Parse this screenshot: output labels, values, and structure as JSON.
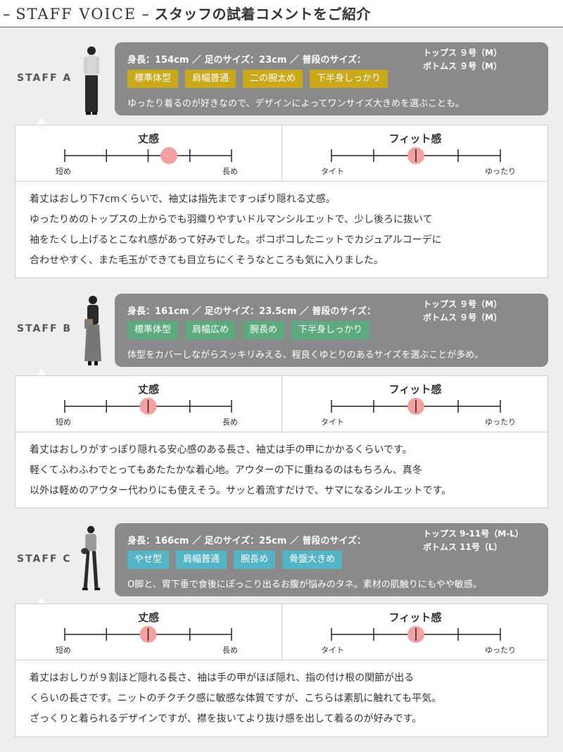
{
  "header": {
    "title_en": "STAFF VOICE",
    "dash": "–",
    "title_jp": "スタッフの試着コメントをご紹介"
  },
  "colors": {
    "tag_a": "#c9a81a",
    "tag_b": "#5caa7e",
    "tag_c": "#55b3c6",
    "marker": "#f4a0a0",
    "bubble": "#8a8a8a"
  },
  "staff": [
    {
      "label": "STAFF A",
      "measurements": "身長：154cm ／ 足のサイズ：23cm ／ 普段のサイズ：",
      "size_tops": "トップス ９号（M）",
      "size_bottoms": "ボトムス ９号（M）",
      "tags": [
        "標準体型",
        "肩幅普通",
        "二の腕太め",
        "下半身しっかり"
      ],
      "note": "ゆったり着るのが好きなので、デザインによってワンサイズ大きめを選ぶことも。",
      "length": {
        "title": "丈感",
        "min_label": "短め",
        "max_label": "長め",
        "steps": 5,
        "value": 3.5
      },
      "fit": {
        "title": "フィット感",
        "min_label": "タイト",
        "max_label": "ゆったり",
        "steps": 5,
        "value": 3
      },
      "comment": [
        "着丈はおしり下7cmくらいで、袖丈は指先まですっぽり隠れる丈感。",
        "ゆったりめのトップスの上からでも羽織りやすいドルマンシルエットで、少し後ろに抜いて",
        "袖をたくし上げるとこなれ感があって好みでした。ポコポコしたニットでカジュアルコーデに",
        "合わせやすく、また毛玉ができても目立ちにくそうなところも気に入りました。"
      ]
    },
    {
      "label": "STAFF B",
      "measurements": "身長：161cm ／ 足のサイズ：23.5cm ／ 普段のサイズ：",
      "size_tops": "トップス ９号（M）",
      "size_bottoms": "ボトムス ９号（M）",
      "tags": [
        "標準体型",
        "肩幅広め",
        "腕長め",
        "下半身しっかり"
      ],
      "note": "体型をカバーしながらスッキリみえる、程良くゆとりのあるサイズを選ぶことが多め。",
      "length": {
        "title": "丈感",
        "min_label": "短め",
        "max_label": "長め",
        "steps": 5,
        "value": 3
      },
      "fit": {
        "title": "フィット感",
        "min_label": "タイト",
        "max_label": "ゆったり",
        "steps": 5,
        "value": 3
      },
      "comment": [
        "着丈はおしりがすっぽり隠れる安心感のある長さ、袖丈は手の甲にかかるくらいです。",
        "軽くてふわふわでとってもあたたかな着心地。アウターの下に重ねるのはもちろん、真冬",
        "以外は軽めのアウター代わりにも使えそう。サッと着流すだけで、サマになるシルエットです。"
      ]
    },
    {
      "label": "STAFF C",
      "measurements": "身長：166cm ／ 足のサイズ：25cm ／ 普段のサイズ：",
      "size_tops": "トップス 9-11号（M-L）",
      "size_bottoms": "ボトムス 11号（L）",
      "tags": [
        "やせ型",
        "肩幅普通",
        "腕長め",
        "骨盤大きめ"
      ],
      "note": "O脚と、胃下垂で食後にぽっこり出るお腹が悩みのタネ。素材の肌触りにもやや敏感。",
      "length": {
        "title": "丈感",
        "min_label": "短め",
        "max_label": "長め",
        "steps": 5,
        "value": 3
      },
      "fit": {
        "title": "フィット感",
        "min_label": "タイト",
        "max_label": "ゆったり",
        "steps": 5,
        "value": 3
      },
      "comment": [
        "着丈はおしりが９割ほど隠れる長さ、袖は手の甲がほぼ隠れ、指の付け根の関節が出る",
        "くらいの長さです。ニットのチクチク感に敏感な体質ですが、こちらは素肌に触れても平気。",
        "ざっくりと着られるデザインですが、襟を抜いてより抜け感を出して着るのが好みです。"
      ]
    }
  ]
}
